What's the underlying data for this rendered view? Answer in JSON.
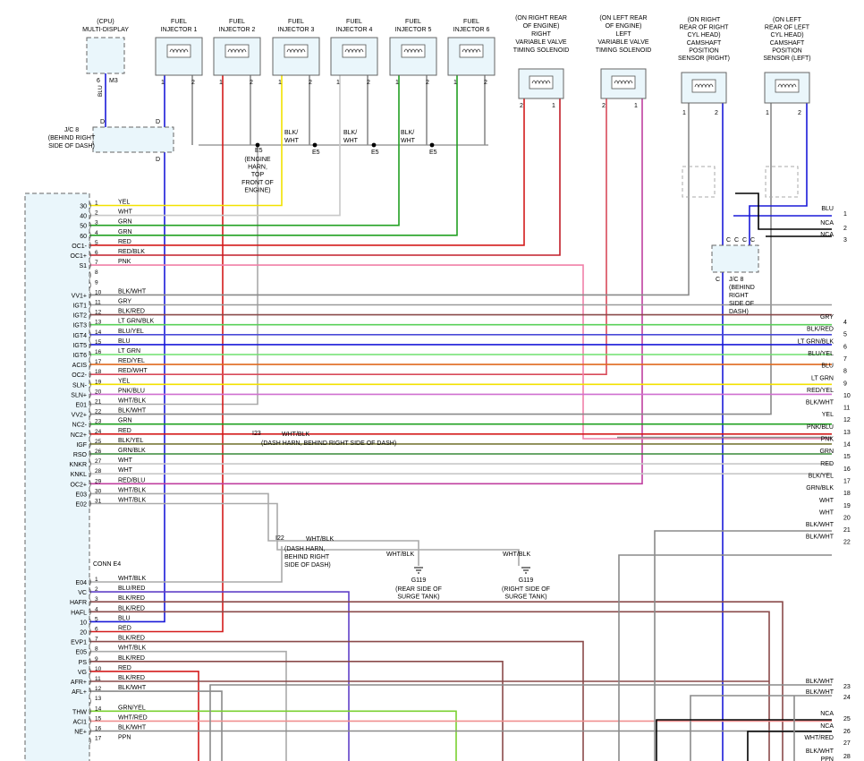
{
  "colors": {
    "YEL": "#f2e200",
    "WHT": "#c8c8c8",
    "GRN": "#22a022",
    "RED": "#d41c1c",
    "RED/BLK": "#c21f2a",
    "PNK": "#f080a8",
    "BLK/WHT": "#8a8a8a",
    "GRY": "#9a9a9a",
    "BLK/RED": "#8a4a4a",
    "LT GRN/BLK": "#5ad05a",
    "BLU/YEL": "#4a4ad8",
    "BLU": "#1a1ad8",
    "LT GRN": "#6ee06e",
    "RED/YEL": "#e06a20",
    "RED/WHT": "#d84a5a",
    "PNK/BLU": "#d070d0",
    "WHT/BLK": "#aaaaaa",
    "BLK/YEL": "#7a7a3a",
    "GRN/BLK": "#3a8a3a",
    "RED/BLU": "#c040a0",
    "BLU/RED": "#6040c8",
    "GRN/YEL": "#7ad030",
    "WHT/RED": "#f09090",
    "NCA": "#000000"
  },
  "top": {
    "cpu": {
      "lines": [
        "(CPU)",
        "MULTI-DISPLAY"
      ],
      "pin": "6",
      "conn": "M3",
      "wire": "BLU"
    },
    "injectors": [
      {
        "lines": [
          "FUEL",
          "INJECTOR 1"
        ],
        "p1": "1",
        "p2": "2",
        "w1": "BLU",
        "w2": "BLK/WHT"
      },
      {
        "lines": [
          "FUEL",
          "INJECTOR 2"
        ],
        "p1": "1",
        "p2": "2",
        "w1": "RED",
        "w2": "BLK/WHT"
      },
      {
        "lines": [
          "FUEL",
          "INJECTOR 3"
        ],
        "p1": "1",
        "p2": "2",
        "w1": "YEL",
        "w2": "BLK/WHT"
      },
      {
        "lines": [
          "FUEL",
          "INJECTOR 4"
        ],
        "p1": "1",
        "p2": "2",
        "w1": "WHT",
        "w2": "BLK/WHT"
      },
      {
        "lines": [
          "FUEL",
          "INJECTOR 5"
        ],
        "p1": "1",
        "p2": "2",
        "w1": "GRN",
        "w2": "BLK/WHT"
      },
      {
        "lines": [
          "FUEL",
          "INJECTOR 6"
        ],
        "p1": "1",
        "p2": "2",
        "w1": "GRN",
        "w2": "BLK/WHT"
      }
    ],
    "vvt": [
      {
        "lines": [
          "(ON RIGHT REAR",
          "OF ENGINE)",
          "RIGHT",
          "VARIABLE VALVE",
          "TIMING SOLENOID"
        ],
        "p1": "2",
        "p2": "1",
        "w1": "RED",
        "w2": "RED/BLK"
      },
      {
        "lines": [
          "(ON LEFT REAR",
          "OF ENGINE)",
          "LEFT",
          "VARIABLE VALVE",
          "TIMING SOLENOID"
        ],
        "p1": "2",
        "p2": "1",
        "w1": "RED/WHT",
        "w2": "RED/BLU"
      }
    ],
    "cam": [
      {
        "lines": [
          "(ON RIGHT",
          "REAR OF RIGHT",
          "CYL HEAD)",
          "CAMSHAFT",
          "POSITION",
          "SENSOR (RIGHT)"
        ],
        "p1": "1",
        "p2": "2",
        "w1": "BLK/WHT",
        "w2": "BLU"
      },
      {
        "lines": [
          "(ON LEFT",
          "REAR OF LEFT",
          "CYL HEAD)",
          "CAMSHAFT",
          "POSITION",
          "SENSOR (LEFT)"
        ],
        "p1": "1",
        "p2": "2",
        "w1": "BLK/WHT",
        "w2": "BLU"
      }
    ],
    "jc8_left": {
      "lines": [
        "J/C 8",
        "(BEHIND RIGHT",
        "SIDE OF DASH)"
      ],
      "pin": "D"
    },
    "jc8_right": {
      "lines": [
        "J/C 8",
        "(BEHIND",
        "RIGHT",
        "SIDE OF",
        "DASH)"
      ],
      "pin": "C"
    },
    "bus_labels": [
      "BLK/",
      "WHT",
      "BLK/",
      "WHT",
      "BLK/",
      "WHT"
    ],
    "e5": "E5",
    "e5_note": [
      "(ENGINE",
      "HARN,",
      "TOP",
      "FRONT OF",
      "ENGINE)"
    ],
    "i23": "I23",
    "i23_wire": "WHT/BLK",
    "i23_note": "(DASH HARN, BEHIND RIGHT SIDE OF DASH)",
    "i22": "I22",
    "i22_wire": "WHT/BLK",
    "i22_note": [
      "(DASH HARN,",
      "BEHIND RIGHT",
      "SIDE OF DASH)"
    ],
    "g119a": {
      "wire": "WHT/BLK",
      "name": "G119",
      "note": [
        "(REAR SIDE OF",
        "SURGE TANK)"
      ]
    },
    "g119b": {
      "wire": "WHT/BLK",
      "name": "G119",
      "note": [
        "(RIGHT SIDE OF",
        "SURGE TANK)"
      ]
    },
    "conn_e4": "CONN E4"
  },
  "left_rows": [
    {
      "sig": "30",
      "pin": "1",
      "wire": "YEL"
    },
    {
      "sig": "40",
      "pin": "2",
      "wire": "WHT"
    },
    {
      "sig": "50",
      "pin": "3",
      "wire": "GRN"
    },
    {
      "sig": "60",
      "pin": "4",
      "wire": "GRN"
    },
    {
      "sig": "OC1-",
      "pin": "5",
      "wire": "RED"
    },
    {
      "sig": "OC1+",
      "pin": "6",
      "wire": "RED/BLK"
    },
    {
      "sig": "S1",
      "pin": "7",
      "wire": "PNK"
    },
    {
      "sig": "",
      "pin": "8",
      "wire": ""
    },
    {
      "sig": "",
      "pin": "9",
      "wire": ""
    },
    {
      "sig": "VV1+",
      "pin": "10",
      "wire": "BLK/WHT"
    },
    {
      "sig": "IGT1",
      "pin": "11",
      "wire": "GRY"
    },
    {
      "sig": "IGT2",
      "pin": "12",
      "wire": "BLK/RED"
    },
    {
      "sig": "IGT3",
      "pin": "13",
      "wire": "LT GRN/BLK"
    },
    {
      "sig": "IGT4",
      "pin": "14",
      "wire": "BLU/YEL"
    },
    {
      "sig": "IGT5",
      "pin": "15",
      "wire": "BLU"
    },
    {
      "sig": "IGT6",
      "pin": "16",
      "wire": "LT GRN"
    },
    {
      "sig": "ACIS",
      "pin": "17",
      "wire": "RED/YEL"
    },
    {
      "sig": "OC2-",
      "pin": "18",
      "wire": "RED/WHT"
    },
    {
      "sig": "SLN-",
      "pin": "19",
      "wire": "YEL"
    },
    {
      "sig": "SLN+",
      "pin": "20",
      "wire": "PNK/BLU"
    },
    {
      "sig": "E01",
      "pin": "21",
      "wire": "WHT/BLK"
    },
    {
      "sig": "VV2+",
      "pin": "22",
      "wire": "BLK/WHT"
    },
    {
      "sig": "NC2-",
      "pin": "23",
      "wire": "GRN"
    },
    {
      "sig": "NC2+",
      "pin": "24",
      "wire": "RED"
    },
    {
      "sig": "IGF",
      "pin": "25",
      "wire": "BLK/YEL"
    },
    {
      "sig": "RSO",
      "pin": "26",
      "wire": "GRN/BLK"
    },
    {
      "sig": "KNKR",
      "pin": "27",
      "wire": "WHT"
    },
    {
      "sig": "KNKL",
      "pin": "28",
      "wire": "WHT"
    },
    {
      "sig": "OC2+",
      "pin": "29",
      "wire": "RED/BLU"
    },
    {
      "sig": "E03",
      "pin": "30",
      "wire": "WHT/BLK"
    },
    {
      "sig": "E02",
      "pin": "31",
      "wire": "WHT/BLK"
    },
    {
      "sig": "E04",
      "pin": "1",
      "wire": "WHT/BLK"
    },
    {
      "sig": "VC",
      "pin": "2",
      "wire": "BLU/RED"
    },
    {
      "sig": "HAFR",
      "pin": "3",
      "wire": "BLK/RED"
    },
    {
      "sig": "HAFL",
      "pin": "4",
      "wire": "BLK/RED"
    },
    {
      "sig": "10",
      "pin": "5",
      "wire": "BLU"
    },
    {
      "sig": "20",
      "pin": "6",
      "wire": "RED"
    },
    {
      "sig": "EVP1",
      "pin": "7",
      "wire": "BLK/RED"
    },
    {
      "sig": "E05",
      "pin": "8",
      "wire": "WHT/BLK"
    },
    {
      "sig": "PS",
      "pin": "9",
      "wire": "BLK/RED"
    },
    {
      "sig": "VG",
      "pin": "10",
      "wire": "RED"
    },
    {
      "sig": "AFR+",
      "pin": "11",
      "wire": "BLK/RED"
    },
    {
      "sig": "AFL+",
      "pin": "12",
      "wire": "BLK/WHT"
    },
    {
      "sig": "",
      "pin": "13",
      "wire": ""
    },
    {
      "sig": "THW",
      "pin": "14",
      "wire": "GRN/YEL"
    },
    {
      "sig": "ACI1",
      "pin": "15",
      "wire": "WHT/RED"
    },
    {
      "sig": "NE+",
      "pin": "16",
      "wire": "BLK/WHT"
    },
    {
      "sig": "",
      "pin": "17",
      "wire": "PPN"
    }
  ],
  "right_rows": [
    {
      "num": "1",
      "wire": "BLU"
    },
    {
      "num": "2",
      "wire": "NCA"
    },
    {
      "num": "3",
      "wire": "NCA"
    },
    {
      "num": "4",
      "wire": "GRY"
    },
    {
      "num": "5",
      "wire": "BLK/RED"
    },
    {
      "num": "6",
      "wire": "LT GRN/BLK"
    },
    {
      "num": "7",
      "wire": "BLU/YEL"
    },
    {
      "num": "8",
      "wire": "BLU"
    },
    {
      "num": "9",
      "wire": "LT GRN"
    },
    {
      "num": "10",
      "wire": "RED/YEL"
    },
    {
      "num": "11",
      "wire": "BLK/WHT"
    },
    {
      "num": "12",
      "wire": "YEL"
    },
    {
      "num": "13",
      "wire": "PNK/BLU"
    },
    {
      "num": "14",
      "wire": "PNK"
    },
    {
      "num": "15",
      "wire": "GRN"
    },
    {
      "num": "16",
      "wire": "RED"
    },
    {
      "num": "17",
      "wire": "BLK/YEL"
    },
    {
      "num": "18",
      "wire": "GRN/BLK"
    },
    {
      "num": "19",
      "wire": "WHT"
    },
    {
      "num": "20",
      "wire": "WHT"
    },
    {
      "num": "21",
      "wire": "BLK/WHT"
    },
    {
      "num": "22",
      "wire": "BLK/WHT"
    },
    {
      "num": "23",
      "wire": "BLK/WHT"
    },
    {
      "num": "24",
      "wire": "BLK/WHT"
    },
    {
      "num": "25",
      "wire": "NCA"
    },
    {
      "num": "26",
      "wire": "NCA"
    },
    {
      "num": "27",
      "wire": "WHT/RED"
    },
    {
      "num": "28",
      "wire": "BLK/WHT"
    },
    {
      "num": "",
      "wire": "PPN"
    }
  ]
}
